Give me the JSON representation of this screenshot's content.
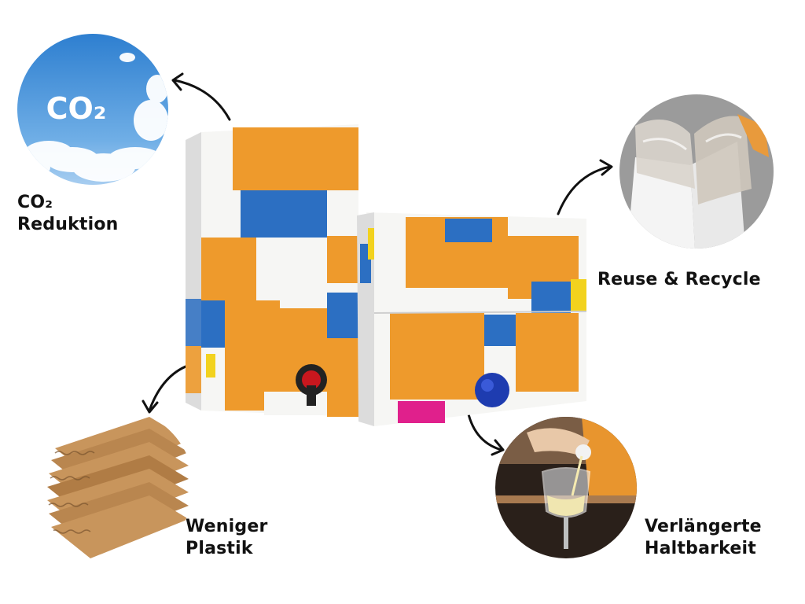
{
  "features": {
    "co2": {
      "line1": "CO₂",
      "line2": "Reduktion",
      "badge": "CO₂"
    },
    "reuse": {
      "line1": "Reuse & Recycle"
    },
    "plastic": {
      "line1": "Weniger",
      "line2": "Plastik"
    },
    "shelf": {
      "line1": "Verlängerte",
      "line2": "Haltbarkeit"
    }
  },
  "colors": {
    "orange": "#EE9A2C",
    "blue": "#2C6FC2",
    "white": "#F6F6F4",
    "yellow": "#F2D21E",
    "magenta": "#E0208C",
    "tap_red": "#C8171E",
    "tap_blue": "#1E3CB0"
  }
}
